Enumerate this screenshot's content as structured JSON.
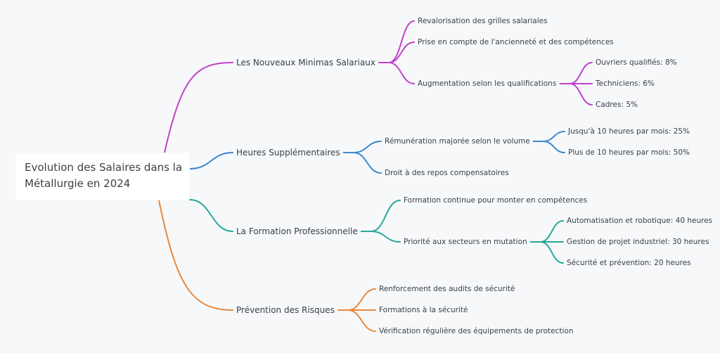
{
  "root": {
    "line1": "Evolution des Salaires dans la",
    "line2": "Métallurgie en 2024"
  },
  "colors": {
    "purple": "#c042c9",
    "blue": "#3b87cf",
    "teal": "#26a99a",
    "orange": "#e8893b"
  },
  "branches": [
    {
      "label": "Les Nouveaux Minimas Salariaux",
      "children": [
        {
          "label": "Revalorisation des grilles salariales"
        },
        {
          "label": "Prise en compte de l'ancienneté et des compétences"
        },
        {
          "label": "Augmentation selon les qualifications",
          "children": [
            {
              "label": "Ouvriers qualifiés: 8%"
            },
            {
              "label": "Techniciens: 6%"
            },
            {
              "label": "Cadres: 5%"
            }
          ]
        }
      ]
    },
    {
      "label": "Heures Supplémentaires",
      "children": [
        {
          "label": "Rémunération majorée selon le volume",
          "children": [
            {
              "label": "Jusqu'à 10 heures par mois: 25%"
            },
            {
              "label": "Plus de 10 heures par mois: 50%"
            }
          ]
        },
        {
          "label": "Droit à des repos compensatoires"
        }
      ]
    },
    {
      "label": "La Formation Professionnelle",
      "children": [
        {
          "label": "Formation continue pour monter en compétences"
        },
        {
          "label": "Priorité aux secteurs en mutation",
          "children": [
            {
              "label": "Automatisation et robotique: 40 heures"
            },
            {
              "label": "Gestion de projet industriel: 30 heures"
            },
            {
              "label": "Sécurité et prévention: 20 heures"
            }
          ]
        }
      ]
    },
    {
      "label": "Prévention des Risques",
      "children": [
        {
          "label": "Renforcement des audits de sécurité"
        },
        {
          "label": "Formations à la sécurité"
        },
        {
          "label": "Vérification régulière des équipements de protection"
        }
      ]
    }
  ]
}
